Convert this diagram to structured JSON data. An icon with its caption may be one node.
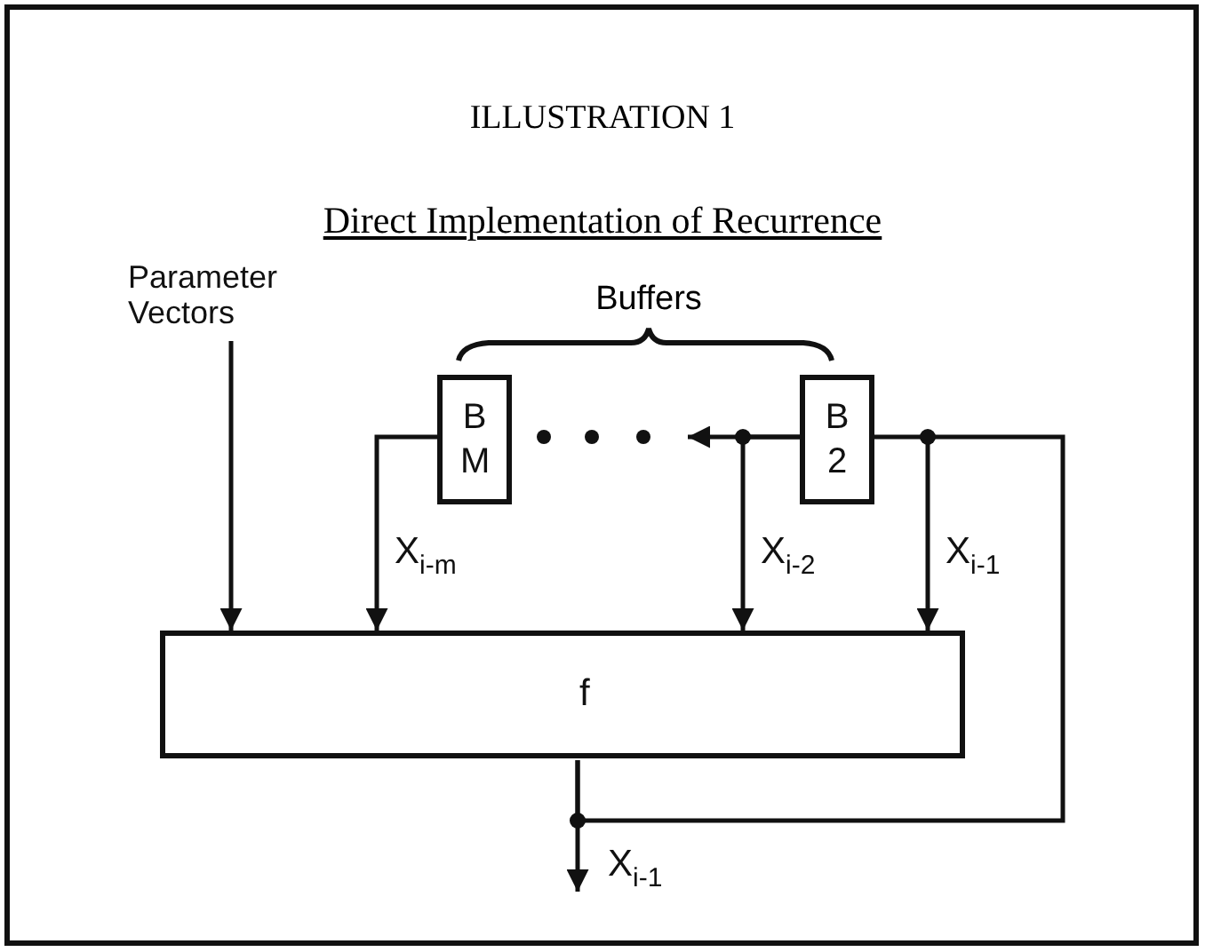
{
  "diagram": {
    "title": "ILLUSTRATION 1",
    "nodes": [
      {
        "text": [
          "Parameter Vectors"
        ]
      },
      {
        "text": [
          "B M"
        ]
      },
      {
        "text": [
          "B 2"
        ]
      },
      {
        "text": [
          "f"
        ]
      }
    ],
    "edges": [
      {
        "from": 0,
        "to": 3,
        "arrow": "to"
      },
      {
        "from": 1,
        "to": 3,
        "arrow": "to",
        "label": "X$_{i-m}$"
      },
      {
        "from": 2,
        "to": null,
        "arrow": "to"
      },
      {
        "from": 2,
        "to": 3,
        "arrow": "to",
        "label": "X$_{i-2}$"
      },
      {
        "from": 3,
        "to": 2,
        "arrow": "none"
      },
      {
        "from": 3,
        "to": 3,
        "arrow": "to",
        "label": "X$_{i-1}$"
      },
      {
        "from": 3,
        "to": null,
        "arrow": "to",
        "label": "X$_{i-1}$"
      }
    ],
    "labels": [
      "Direct Implementation of Recurrence",
      "Buffers"
    ]
  }
}
